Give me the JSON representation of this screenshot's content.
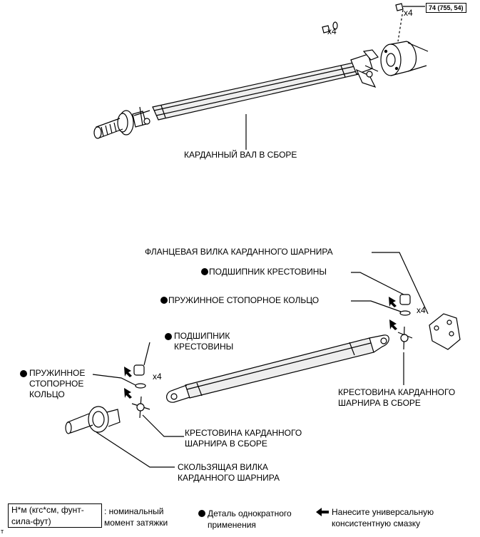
{
  "top": {
    "multiplier_bolts": "x4",
    "multiplier_nuts": "x4",
    "torque": "74 (755, 54)",
    "shaft_label": "КАРДАННЫЙ ВАЛ В СБОРЕ"
  },
  "bottom": {
    "flange_yoke": "ФЛАНЦЕВАЯ ВИЛКА КАРДАННОГО ШАРНИРА",
    "bearing_upper": "ПОДШИПНИК КРЕСТОВИНЫ",
    "snap_ring_upper": "ПРУЖИННОЕ СТОПОРНОЕ КОЛЬЦО",
    "multiplier_upper": "x4",
    "bearing_lower": "ПОДШИПНИК\nКРЕСТОВИНЫ",
    "multiplier_lower": "x4",
    "snap_ring_lower": "ПРУЖИННОЕ\nСТОПОРНОЕ\nКОЛЬЦО",
    "spider_right": "КРЕСТОВИНА КАРДАННОГО\nШАРНИРА В СБОРЕ",
    "spider_left": "КРЕСТОВИНА КАРДАННОГО\nШАРНИРА В СБОРЕ",
    "slip_yoke": "СКОЛЬЗЯЩАЯ ВИЛКА\nКАРДАННОГО ШАРНИРА"
  },
  "legend": {
    "torque_unit": "Н*м (кгс*см, фунт-\nсила-фут)",
    "torque_desc": ": номинальный\nмомент затяжки",
    "single_use": "Деталь однократного\nприменения",
    "grease": "Нанесите универсальную\nконсистентную смазку"
  },
  "corner_mark": "т"
}
